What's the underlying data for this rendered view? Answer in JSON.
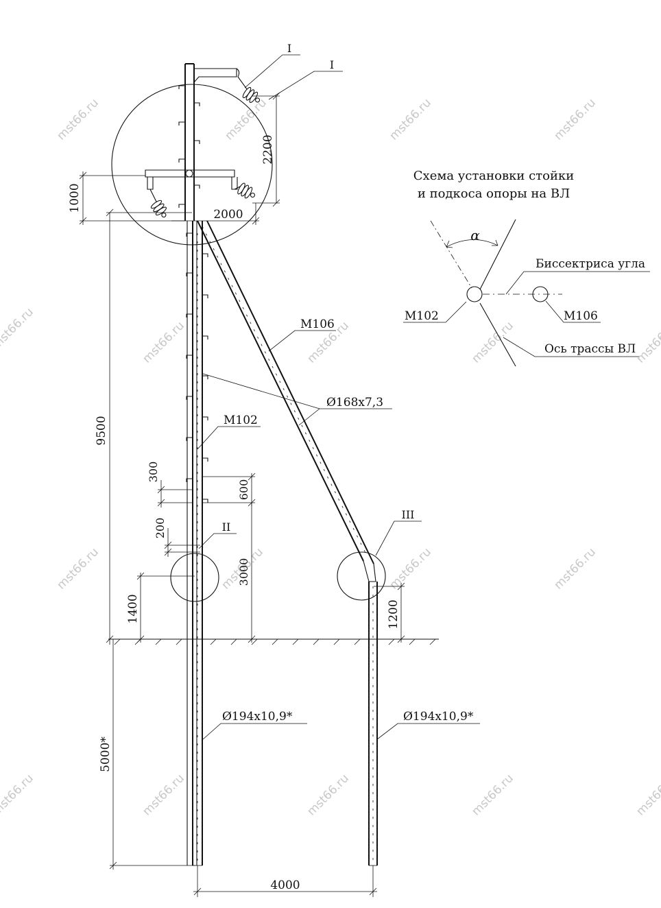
{
  "detail_marks": {
    "callout_1": "I",
    "callout_2": "I",
    "callout_3": "II",
    "callout_4": "III"
  },
  "dimensions": {
    "d2200": "2200",
    "d1000": "1000",
    "d2000": "2000",
    "d9500": "9500",
    "d300": "300",
    "d600": "600",
    "d200": "200",
    "d3000": "3000",
    "d1400": "1400",
    "d1200": "1200",
    "d5000": "5000*",
    "d4000": "4000"
  },
  "labels": {
    "brace_mark": "М106",
    "tube_168": "Ø168x7,3",
    "post_mark": "М102",
    "pipe_194_left": "Ø194x10,9*",
    "pipe_194_right": "Ø194x10,9*"
  },
  "scheme": {
    "title_line1": "Схема установки стойки",
    "title_line2": "и подкоса опоры на ВЛ",
    "angle": "α",
    "bisector": "Биссектриса угла",
    "post": "М102",
    "brace": "М106",
    "route_axis": "Ось трассы ВЛ"
  },
  "watermark": "mst66.ru"
}
